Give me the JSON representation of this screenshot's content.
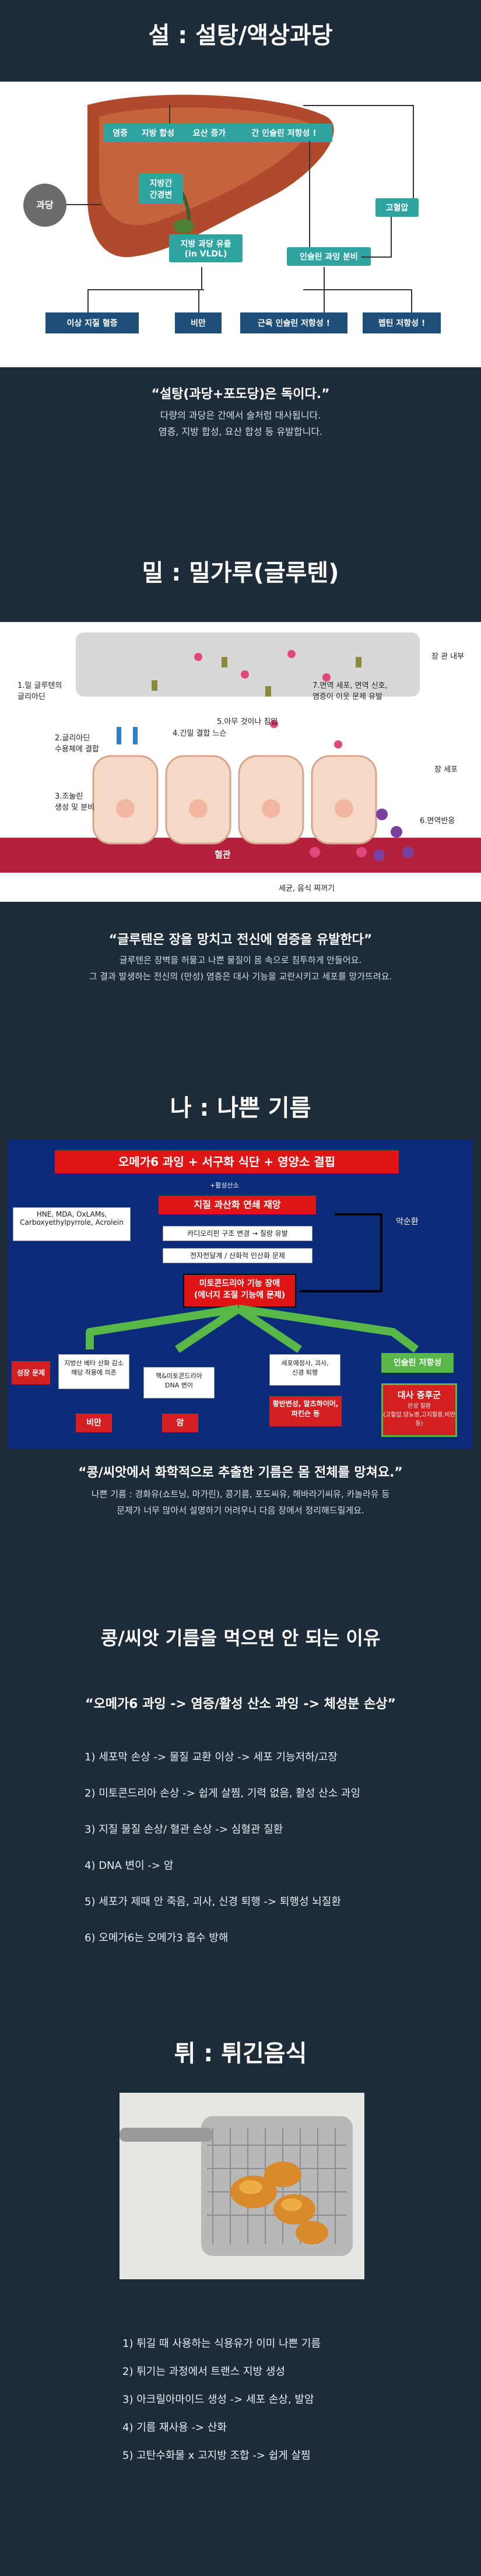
{
  "sugar": {
    "title": "설 : 설탕/액상과당",
    "diagram": {
      "input_label": "과당",
      "liver_boxes": [
        "염증",
        "지방 합성",
        "요산 증가",
        "간 인슐린 저항성 !"
      ],
      "fatty_liver": "지방간\n간경변",
      "vldl": "지방 과당 유출\n(in VLDL)",
      "insulin_over": "인슐린 과잉 분비",
      "hypertension": "고혈압",
      "outcomes": [
        "이상 지질 혈증",
        "비만",
        "근육 인슐린 저항성 !",
        "렙틴 저항성 !"
      ]
    },
    "caption_title": "“설탕(과당+포도당)은 독이다.”",
    "caption_lines": [
      "다량의 과당은 간에서 술처럼 대사됩니다.",
      "염증, 지방 합성, 요산 합성 등 유발합니다."
    ]
  },
  "wheat": {
    "title": "밀 : 밀가루(글루텐)",
    "diagram": {
      "labels": {
        "gut_lumen": "장 관 내부",
        "gluten_fragment": "1.밀 글루텐의\n글리아딘",
        "receptor": "2.글리아딘\n수용체에 결합",
        "zonulin": "3.조눌린\n생성 및 분비",
        "tight_junction": "4.긴밀 결합 느슨",
        "molecules": "5.아무 것이나 침입",
        "immune": "7.면역 세포, 면역 신호,\n염증이 이웃 문제 유발",
        "epithelium": "장 세포",
        "immune_response": "6.면역반응",
        "blood": "혈관",
        "bacteria": "세균, 음식 찌꺼기"
      }
    },
    "caption_title": "“글루텐은 장을 망치고 전신에 염증을 유발한다”",
    "caption_lines": [
      "글루텐은 장벽을 허물고 나쁜 물질이 몸 속으로 침투하게 만들어요.",
      "그 결과 발생하는 전신의 (만성) 염증은 대사 기능을 교란시키고 세포를 망가뜨려요."
    ]
  },
  "fat": {
    "title": "나 : 나쁜 기름",
    "diagram": {
      "top": "오메가6 과잉 + 서구화 식단 + 영양소 결핍",
      "arrow_note": "+활성산소",
      "lipid": "지질 과산화 연쇄 재앙",
      "byproducts": "HNE, MDA, OxLAMs,\nCarboxyethylpyrrole, Acrolein",
      "vicious": "악순환",
      "membrane": "카디오리핀 구조 변경 → 질량 유발",
      "electron": "전자전달계 / 산화적 인산화 문제",
      "mito": "미토콘드리아 기능 장애\n(에너지 조절 기능에 문제)",
      "left_red": "성장 문제",
      "box1": "지방산 베타 산화 감소\n해당 작용에 의존",
      "box2": "핵&미토콘드리아\nDNA 변이",
      "box3": "세포예정사, 괴사,\n신경 퇴행",
      "box4": "인슐린 저항성",
      "bottom1": "비만",
      "bottom2": "암",
      "bottom3": "황반변성, 알츠하이머,\n파킨슨 등",
      "metabolic": "대사 증후군",
      "metabolic_sub": "만성 질환\n(고혈압,당뇨병,고지혈증,비만 등)"
    },
    "caption_title": "“콩/씨앗에서 화학적으로 추출한 기름은 몸 전체를 망쳐요.”",
    "caption_lines": [
      "나쁜 기름 : 경화유(쇼트닝, 마가린), 콩기름, 포도씨유, 해바라기씨유, 카놀라유 등",
      "문제가 너무 많아서 설명하기 어려우니 다음 장에서 정리해드릴게요."
    ]
  },
  "reasons": {
    "heading": "콩/씨앗 기름을 먹으면 안 되는 이유",
    "subheading": "“오메가6 과잉 -> 염증/활성 산소 과잉 -> 체성분 손상”",
    "items": [
      "1) 세포막 손상 -> 물질 교환 이상 -> 세포 기능저하/고장",
      "2) 미토콘드리아 손상 -> 쉽게 살찜, 기력 없음, 활성 산소 과잉",
      "3) 지질 물질 손상/ 혈관 손상 -> 심혈관 질환",
      "4) DNA 변이 -> 암",
      "5) 세포가 제때 안 죽음, 괴사, 신경 퇴행 -> 퇴행성 뇌질환",
      "6) 오메가6는 오메가3 흡수 방해"
    ]
  },
  "fried": {
    "title": "튀 : 튀긴음식",
    "items": [
      "1) 튀길 때 사용하는 식용유가 이미 나쁜 기름",
      "2) 튀기는 과정에서 트랜스 지방 생성",
      "3) 아크릴아마이드 생성 -> 세포 손상, 발암",
      "4) 기름 재사용 -> 산화",
      "5) 고탄수화물 x 고지방 조합 -> 쉽게 살찜"
    ]
  },
  "colors": {
    "background": "#1e2c3a",
    "teal": "#2fa3a0",
    "navy": "#1f4f79",
    "red": "#e01616",
    "green": "#57b848"
  }
}
